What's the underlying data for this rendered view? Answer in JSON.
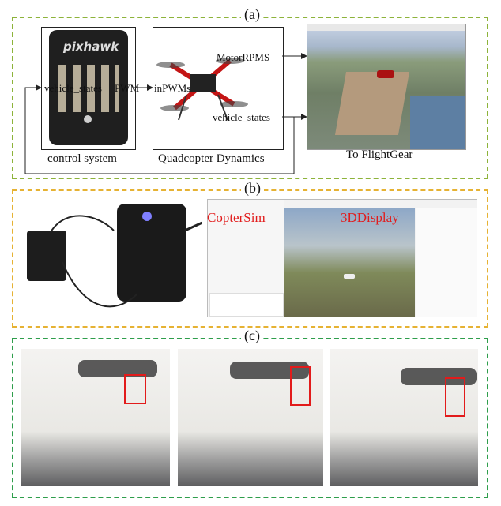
{
  "panels": {
    "a": {
      "label": "(a)",
      "control_caption": "control system",
      "dynamics_caption": "Quadcopter Dynamics",
      "flightgear_caption": "To FlightGear",
      "port_vehicle_states_in": "vehicle_states",
      "port_pwm_out": "PWM",
      "port_pwm_in": "inPWMs",
      "port_motor_rpms": "MotorRPMS",
      "port_vehicle_states_out": "vehicle_states",
      "pixhawk_logo": "pixhawk"
    },
    "b": {
      "label": "(b)",
      "coptersim": "CopterSim",
      "display3d": "3DDisplay"
    },
    "c": {
      "label": "(c)"
    }
  },
  "colors": {
    "panel_a_border": "#8db33a",
    "panel_b_border": "#e6b233",
    "panel_c_border": "#2e9e4b",
    "highlight": "#e21b1b"
  }
}
